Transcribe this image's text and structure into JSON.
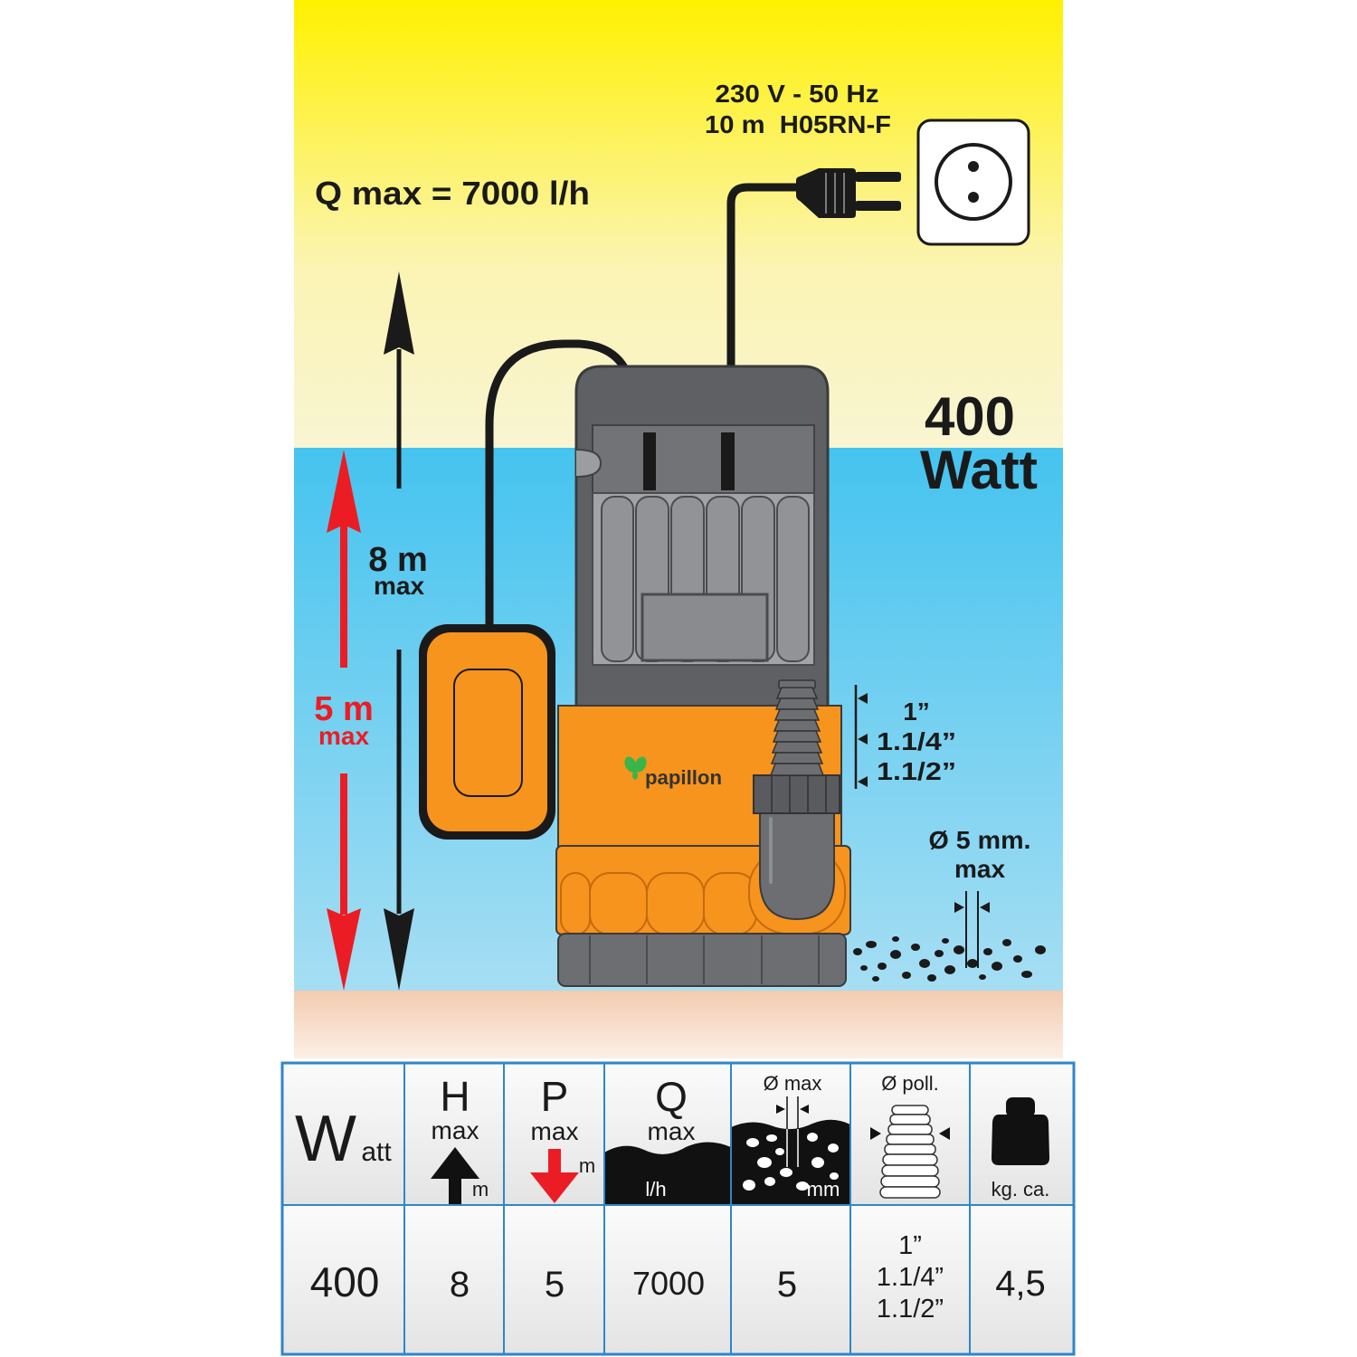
{
  "power_supply": {
    "line1": "230 V - 50 Hz",
    "line2": "10 m  H05RN-F"
  },
  "flow": {
    "label": "Q max = 7000 l/h"
  },
  "head": {
    "value": "8 m",
    "note": "max"
  },
  "depth": {
    "value": "5 m",
    "note": "max"
  },
  "power": {
    "value": "400",
    "unit": "Watt"
  },
  "outlet_sizes": [
    "1”",
    "1.1/4”",
    "1.1/2”"
  ],
  "particle_size": {
    "value": "Ø 5 mm.",
    "note": "max"
  },
  "brand": {
    "logo_text": "papillon"
  },
  "table": {
    "headers": {
      "watt": {
        "big": "W",
        "small": "att"
      },
      "head": {
        "symbol": "H",
        "sub": "max",
        "unit": "m"
      },
      "depth": {
        "symbol": "P",
        "sub": "max",
        "unit": "m"
      },
      "flow": {
        "symbol": "Q",
        "sub": "max",
        "unit": "l/h"
      },
      "particle": {
        "label": "Ø max",
        "unit": "mm"
      },
      "outlet": {
        "label": "Ø poll."
      },
      "weight": {
        "label": "kg. ca."
      }
    },
    "values": {
      "watt": "400",
      "head": "8",
      "depth": "5",
      "flow": "7000",
      "particle": "5",
      "outlet": [
        "1”",
        "1.1/4”",
        "1.1/2”"
      ],
      "weight": "4,5"
    }
  },
  "colors": {
    "sky_yellow": "#fff100",
    "water_blue": "#45c3ef",
    "pump_orange": "#f7941d",
    "pump_gray": "#6d6e71",
    "arrow_red": "#ec1c24",
    "table_border": "#2f86c8",
    "brand_green": "#39b54a"
  }
}
